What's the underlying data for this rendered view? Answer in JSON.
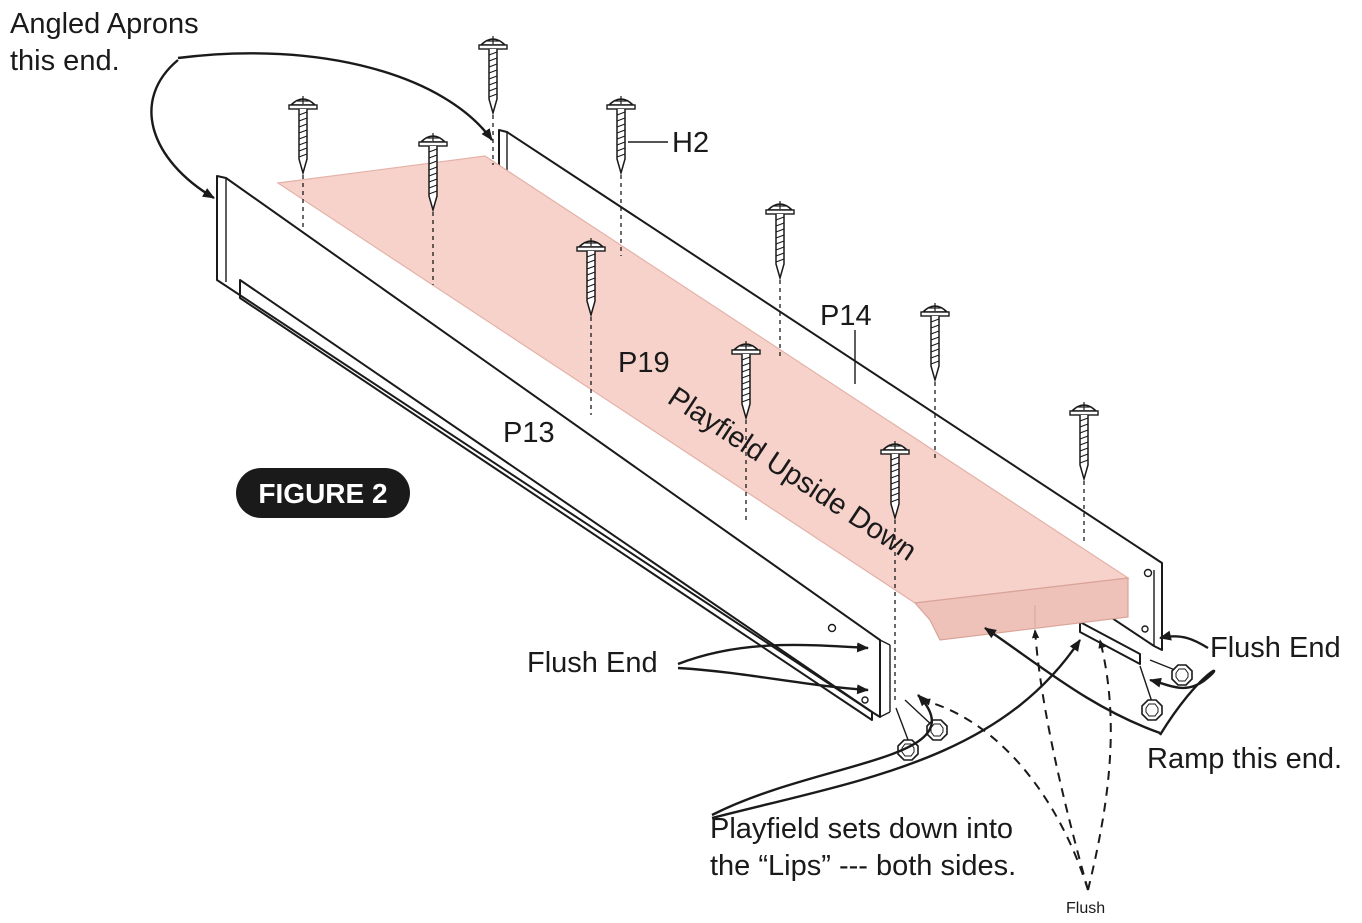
{
  "figure_label": "FIGURE 2",
  "labels": {
    "angled_aprons_line1": "Angled Aprons",
    "angled_aprons_line2": "this end.",
    "h2": "H2",
    "p14": "P14",
    "p19": "P19",
    "p13": "P13",
    "playfield_upside_down": "Playfield Upside Down",
    "flush_end_left": "Flush End",
    "flush_end_right": "Flush End",
    "ramp_this_end": "Ramp this end.",
    "lips_line1": "Playfield sets down into",
    "lips_line2": "the “Lips” --- both sides.",
    "flush_small": "Flush"
  },
  "colors": {
    "playfield_fill": "#f6d2cb",
    "playfield_edge": "#eec2b9",
    "ink": "#1a1a1a",
    "badge_bg": "#1a1a1a",
    "badge_text": "#ffffff"
  },
  "icons": {
    "screw": "screw-icon",
    "bolt": "bolt-icon"
  }
}
